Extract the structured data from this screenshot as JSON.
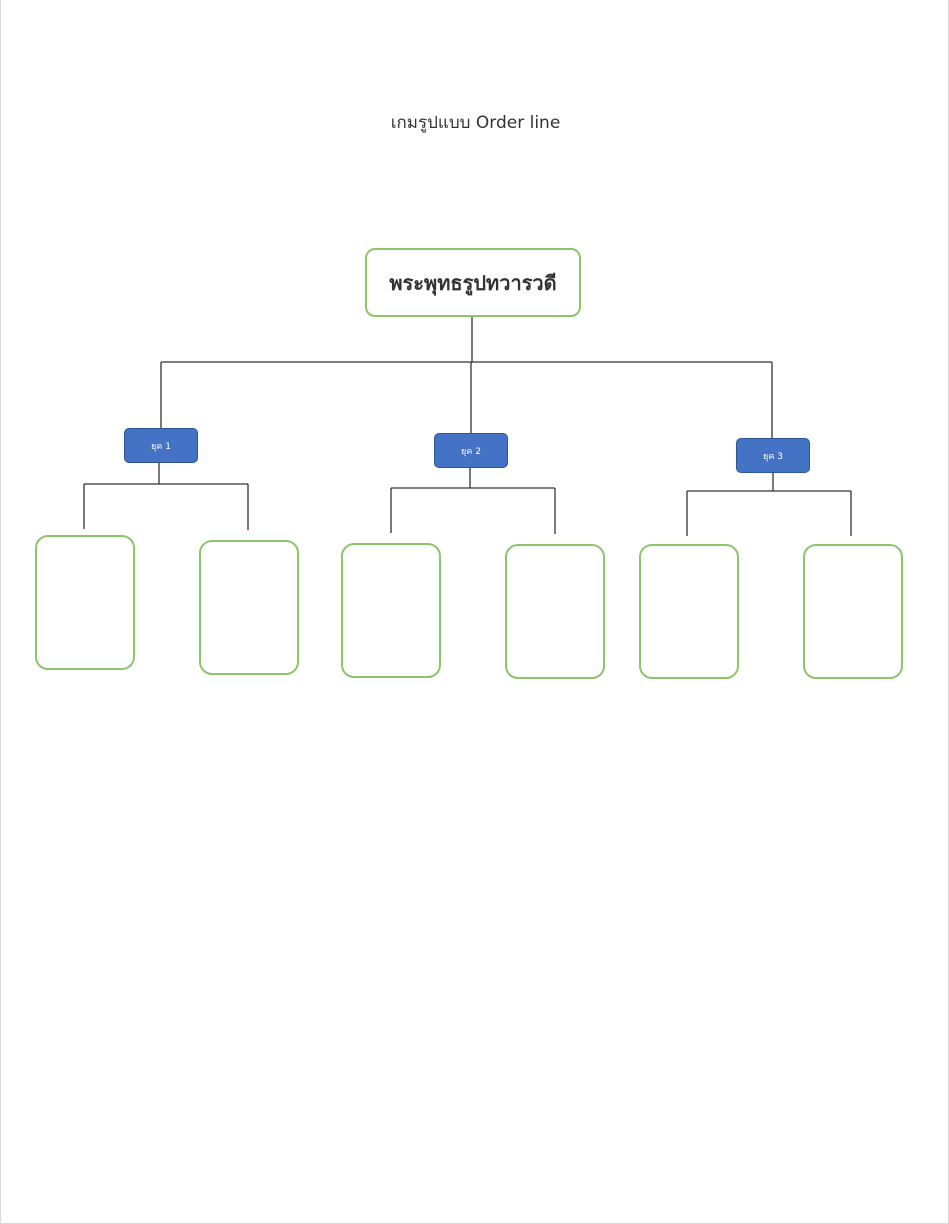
{
  "title": "เกมรูปแบบ Order line",
  "root": {
    "label": "พระพุทธรูปทวารวดี"
  },
  "eras": [
    {
      "label": "ยุค 1"
    },
    {
      "label": "ยุค 2"
    },
    {
      "label": "ยุค 3"
    }
  ],
  "leaves": [
    "",
    "",
    "",
    "",
    "",
    ""
  ],
  "colors": {
    "leaf_border": "#8cc56a",
    "era_fill": "#4472c4",
    "era_border": "#2f5597",
    "connector": "#333333"
  }
}
